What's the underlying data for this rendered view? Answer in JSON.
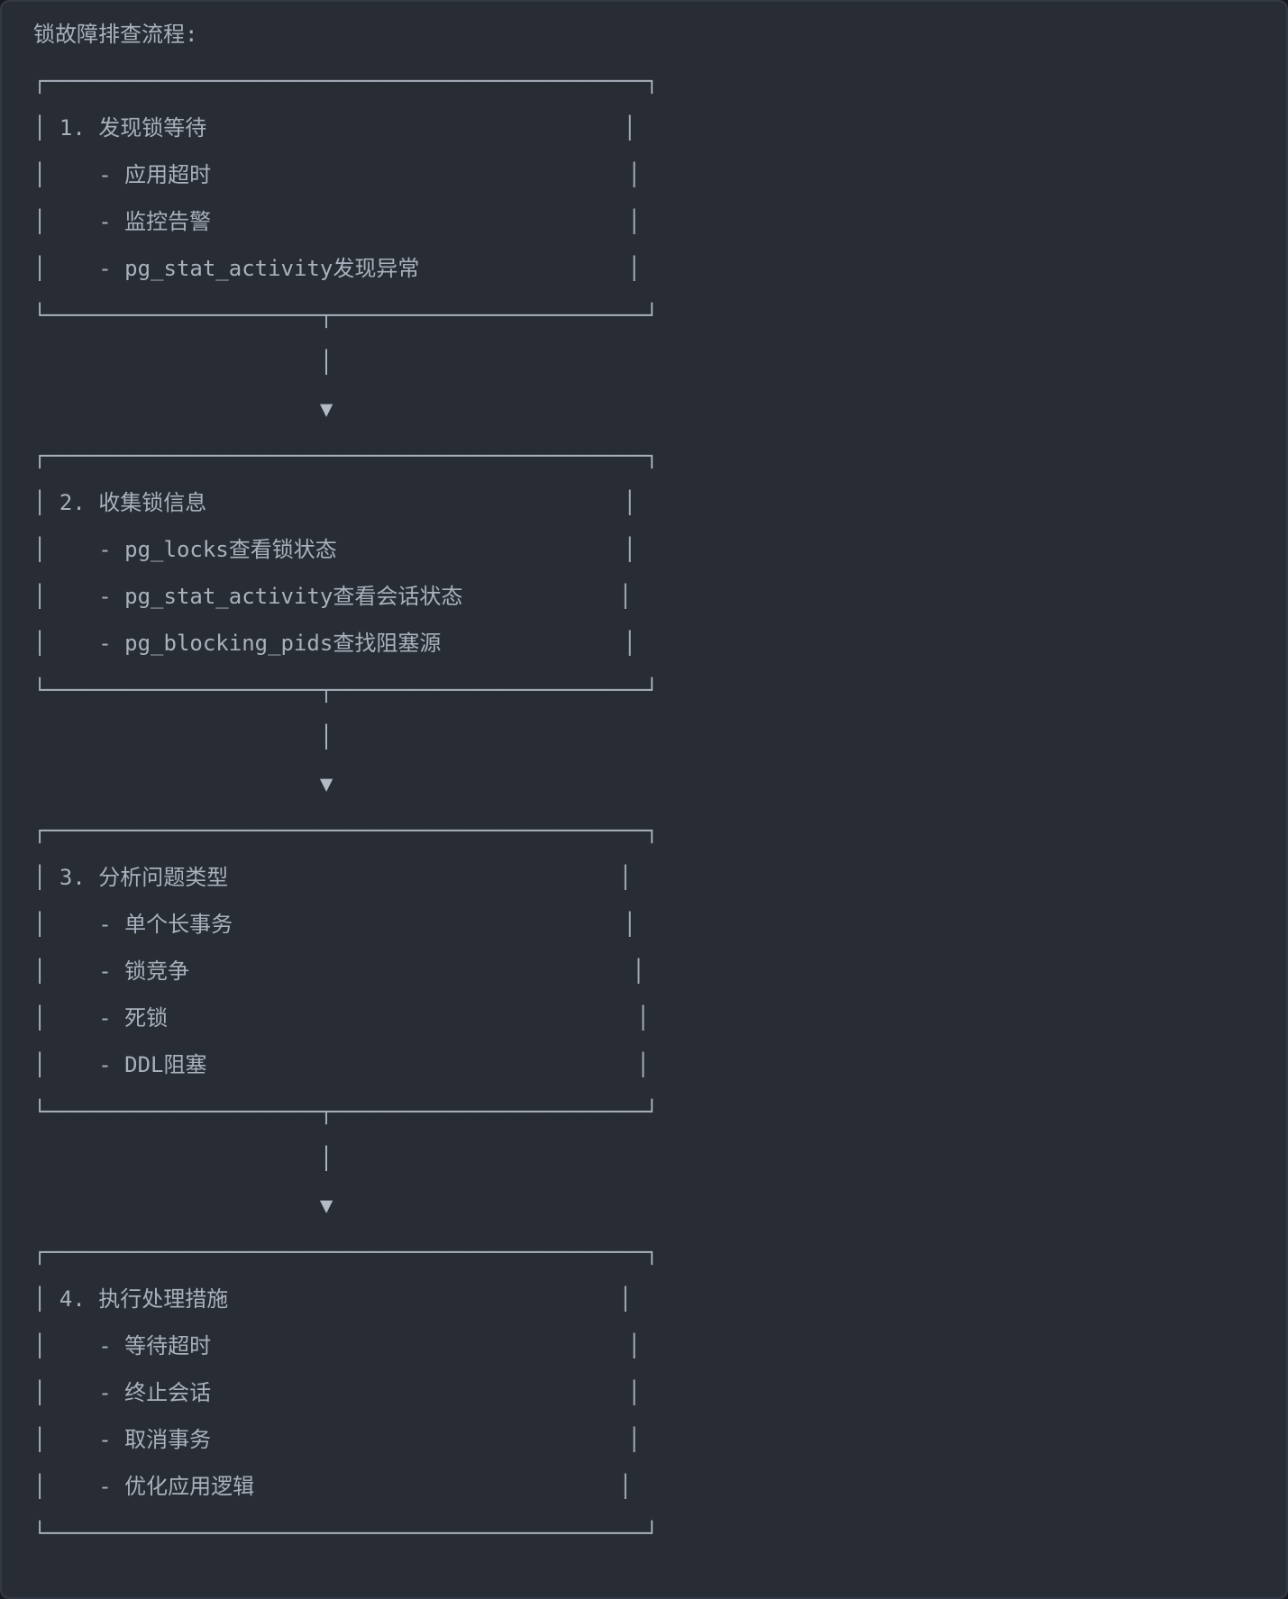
{
  "page": {
    "background_color": "#282c34",
    "text_color": "#a9b1bd",
    "border_color": "#343a45"
  },
  "flow": {
    "title": "锁故障排查流程:",
    "boxes": [
      {
        "title": "1. 发现锁等待",
        "items": [
          "应用超时",
          "监控告警",
          "pg_stat_activity发现异常"
        ]
      },
      {
        "title": "2. 收集锁信息",
        "items": [
          "pg_locks查看锁状态",
          "pg_stat_activity查看会话状态",
          "pg_blocking_pids查找阻塞源"
        ]
      },
      {
        "title": "3. 分析问题类型",
        "items": [
          "单个长事务",
          "锁竞争",
          "死锁",
          "DDL阻塞"
        ]
      },
      {
        "title": "4. 执行处理措施",
        "items": [
          "等待超时",
          "终止会话",
          "取消事务",
          "优化应用逻辑"
        ]
      }
    ],
    "connector": {
      "line_glyph": "│",
      "arrow_glyph": "▼"
    },
    "box_chars": {
      "top_left": "┌",
      "top_right": "┐",
      "bottom_left": "└",
      "bottom_right": "┘",
      "horizontal": "─",
      "vertical": "│",
      "tee_down": "┬"
    },
    "layout": {
      "box_width_cols": 48,
      "tee_col": 22,
      "item_indent": "    - ",
      "title_indent": " "
    }
  }
}
